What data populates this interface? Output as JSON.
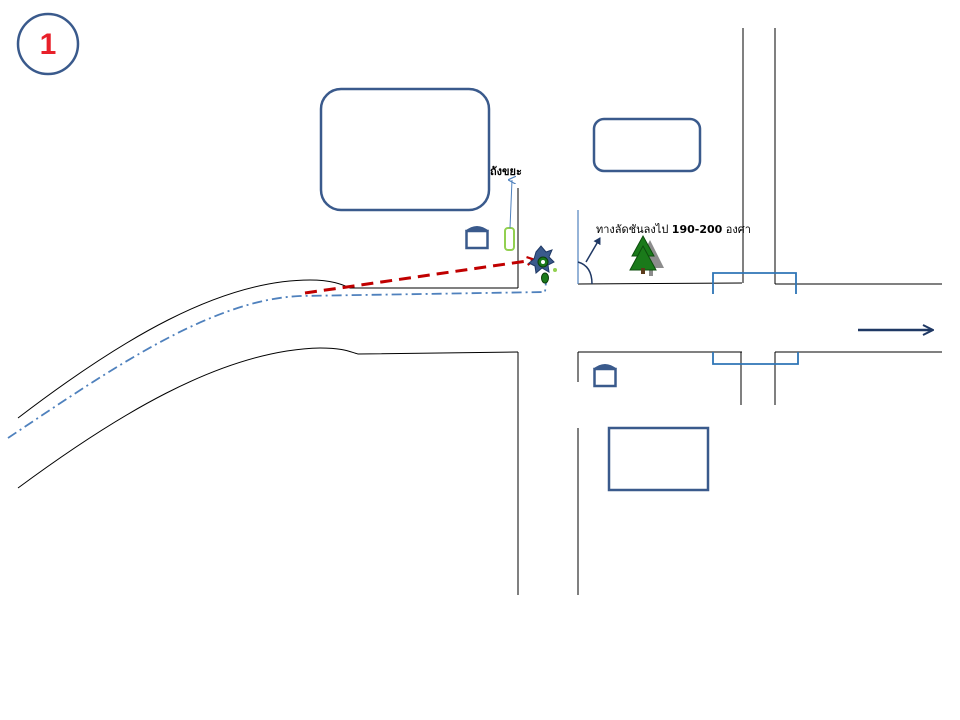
{
  "badge": {
    "number": "1"
  },
  "labels": {
    "trash_bin": "ถังขยะ",
    "slope_prefix": "ทางลัดชันลงไป ",
    "slope_range": "190-200",
    "slope_suffix": " องศา"
  },
  "colors": {
    "road": "#000000",
    "building_outline": "#3a5a8c",
    "badge_outline": "#3a5a8c",
    "badge_number": "#e8202a",
    "vehicle_path": "#c00000",
    "bike_path": "#4f81bd",
    "trash_bin": "#92d050",
    "tree": "#1a7a1a",
    "direction_arrow": "#1f3864",
    "bridge": "#2e75b6"
  },
  "icons": [
    "house-icon",
    "tree-icon",
    "motorcycle-icon",
    "trash-bin-icon",
    "direction-arrow-icon"
  ]
}
